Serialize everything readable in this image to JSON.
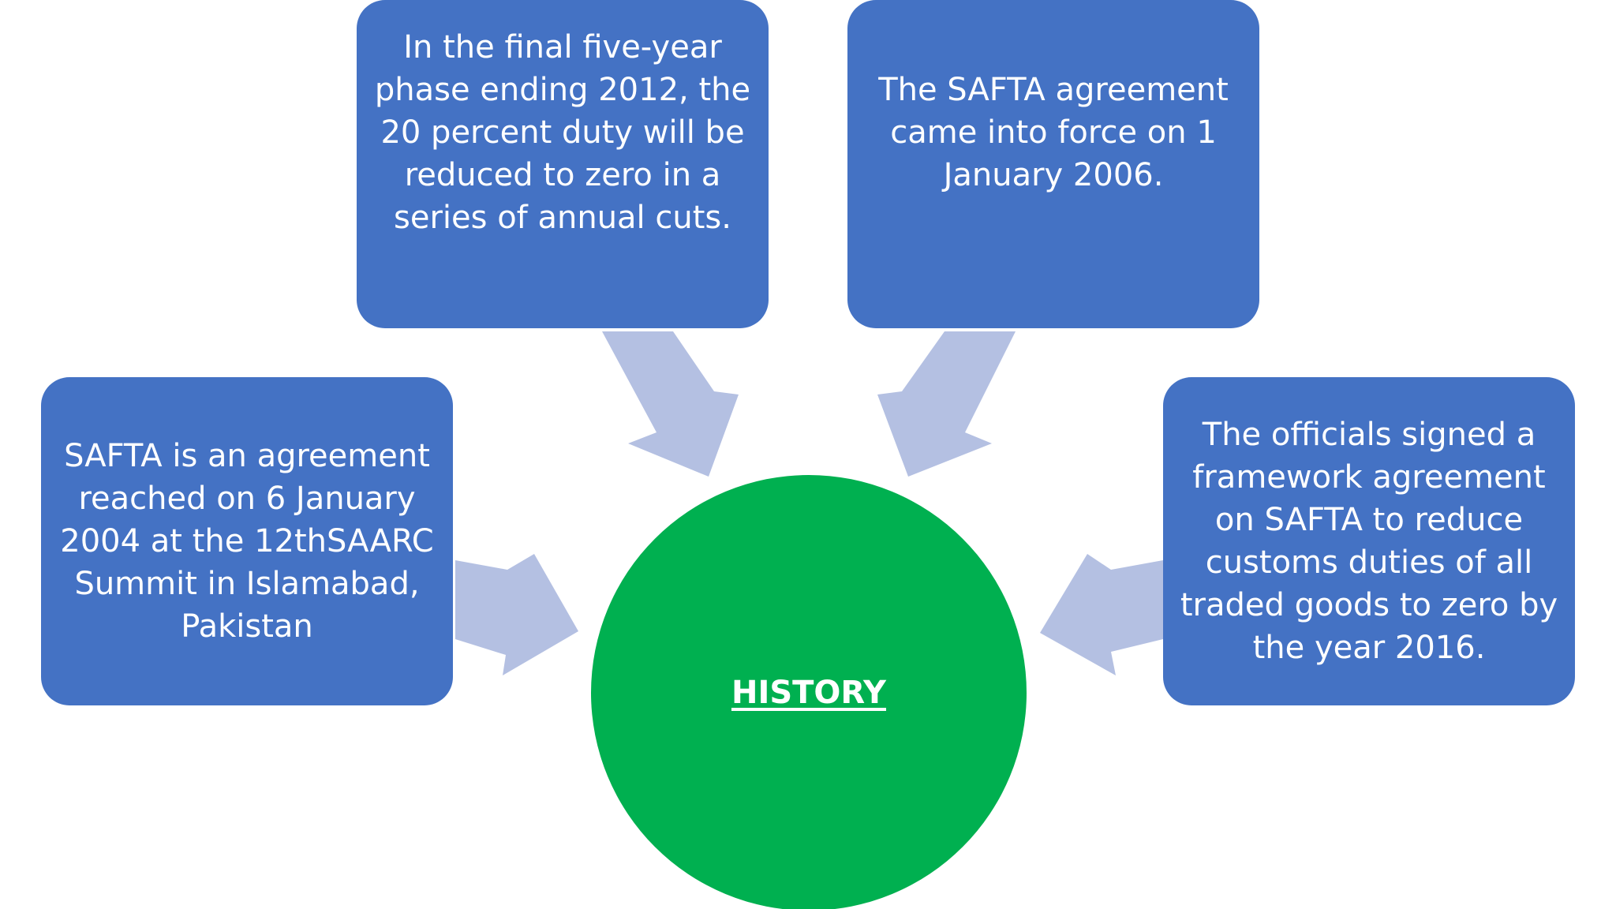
{
  "boxes": {
    "top_left": "In the final five-year phase ending 2012, the 20 percent duty will be reduced to zero in a series of annual cuts.",
    "top_right": "The SAFTA agreement came into force on 1 January 2006.",
    "left": "SAFTA is an agreement reached on 6 January 2004 at the 12thSAARC Summit in Islamabad, Pakistan",
    "right": "The officials signed a framework agreement on SAFTA to reduce customs duties of all traded goods to zero by the year 2016."
  },
  "center": {
    "label": "HISTORY"
  },
  "colors": {
    "box_fill": "#4472c4",
    "arrow_fill": "#b4c0e2",
    "center_fill": "#00b050",
    "text": "#ffffff"
  }
}
